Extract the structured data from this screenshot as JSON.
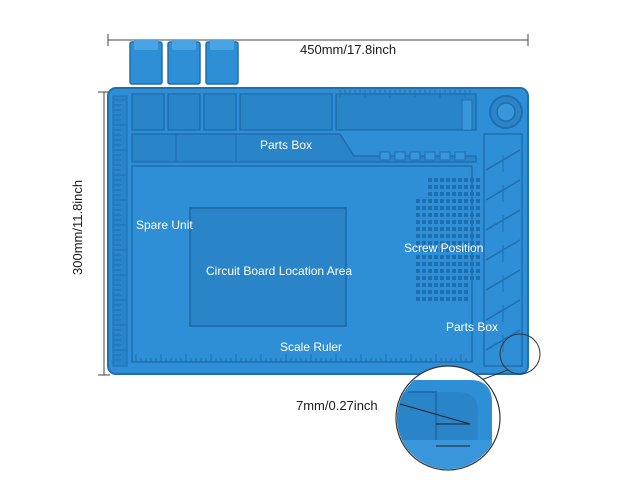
{
  "dimensions": {
    "width_label": "450mm/17.8inch",
    "height_label": "300mm/11.8inch",
    "thickness_label": "7mm/0.27inch"
  },
  "labels": {
    "parts_box_top": "Parts Box",
    "spare_unit": "Spare Unit",
    "circuit_board_area": "Circuit Board Location Area",
    "screw_position": "Screw Position",
    "parts_box_right": "Parts Box",
    "scale_ruler": "Scale Ruler"
  },
  "colors": {
    "mat_blue": "#2f8fd6",
    "mat_dark": "#1f6fb0",
    "mat_light": "#4aa3e2",
    "text": "#1a1a1a"
  }
}
